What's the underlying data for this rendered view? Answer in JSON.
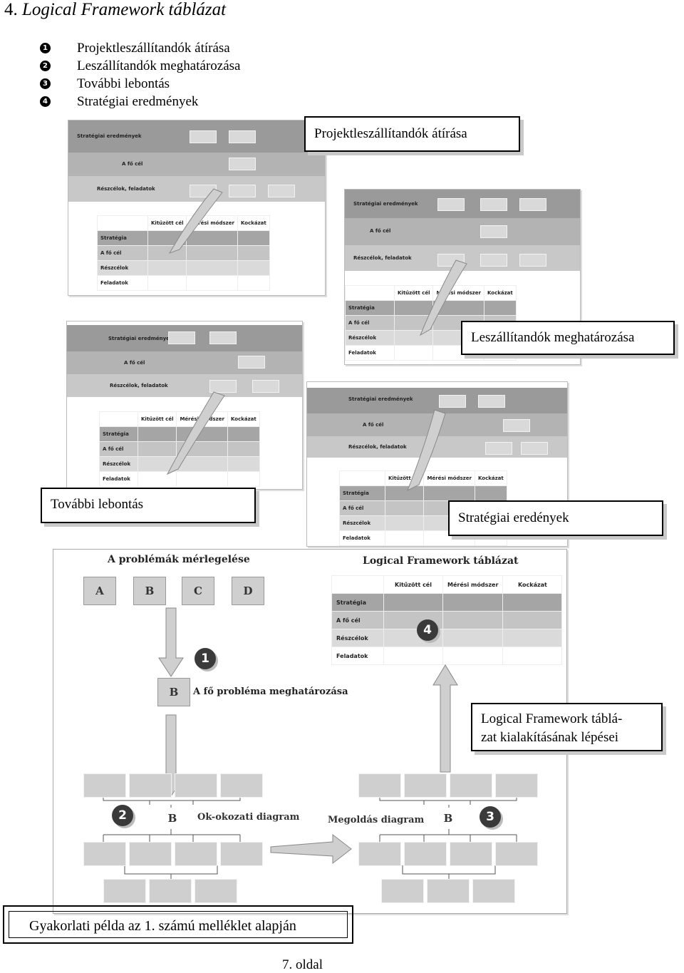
{
  "header": {
    "number": "4.",
    "title": "Logical Framework táblázat"
  },
  "steps": [
    {
      "num": "1",
      "label": "Projektleszállítandók átírása"
    },
    {
      "num": "2",
      "label": "Leszállítandók meghatározása"
    },
    {
      "num": "3",
      "label": "További lebontás"
    },
    {
      "num": "4",
      "label": "Stratégiai eredmények"
    }
  ],
  "slide": {
    "band_labels": [
      "Stratégiai eredmények",
      "A fő cél",
      "Részcélok, feladatok"
    ],
    "table_headers": [
      "",
      "Kitűzött cél",
      "Mérési módszer",
      "Kockázat"
    ],
    "table_rows": [
      "Stratégia",
      "A fő cél",
      "Részcélok",
      "Feladatok"
    ]
  },
  "callouts": {
    "c1": "Projektleszállítandók átírása",
    "c2": "Leszállítandók meghatározása",
    "c3": "További lebontás",
    "c4": "Stratégiai eredények",
    "c5_line1": "Logical Framework táblá-",
    "c5_line2": "zat kialakításának lépései"
  },
  "big_diagram": {
    "left_heading": "A problémák mérlegelése",
    "right_heading": "Logical Framework táblázat",
    "problems": [
      "A",
      "B",
      "C",
      "D"
    ],
    "chosen": "B",
    "main_problem": "A fő probléma meghatározása",
    "cause_diagram": "Ok-okozati diagram",
    "solution_diagram": "Megoldás diagram",
    "numbers": [
      "1",
      "2",
      "3",
      "4"
    ]
  },
  "footer": {
    "caption": "Gyakorlati példa az 1. számú melléklet alapján",
    "page": "7. oldal"
  }
}
